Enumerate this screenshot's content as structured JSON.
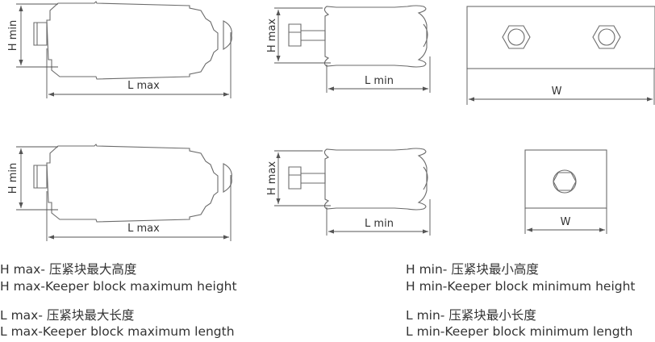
{
  "diagrams": {
    "row1": {
      "side_long_h": "H min",
      "side_long_l": "L max",
      "side_short_h": "H max",
      "side_short_l": "L min",
      "top_w": "W"
    },
    "row2": {
      "side_long_h": "H min",
      "side_long_l": "L max",
      "side_short_h": "H max",
      "side_short_l": "L min",
      "top_w": "W"
    }
  },
  "legend": {
    "h_max_cn": "H max- 压紧块最大高度",
    "h_max_en": "H max-Keeper block maximum height",
    "l_max_cn": "L max- 压紧块最大长度",
    "l_max_en": "L max-Keeper block maximum length",
    "h_min_cn": "H min- 压紧块最小高度",
    "h_min_en": "H min-Keeper block minimum height",
    "l_min_cn": "L min- 压紧块最小长度",
    "l_min_en": "L min-Keeper block minimum length"
  }
}
